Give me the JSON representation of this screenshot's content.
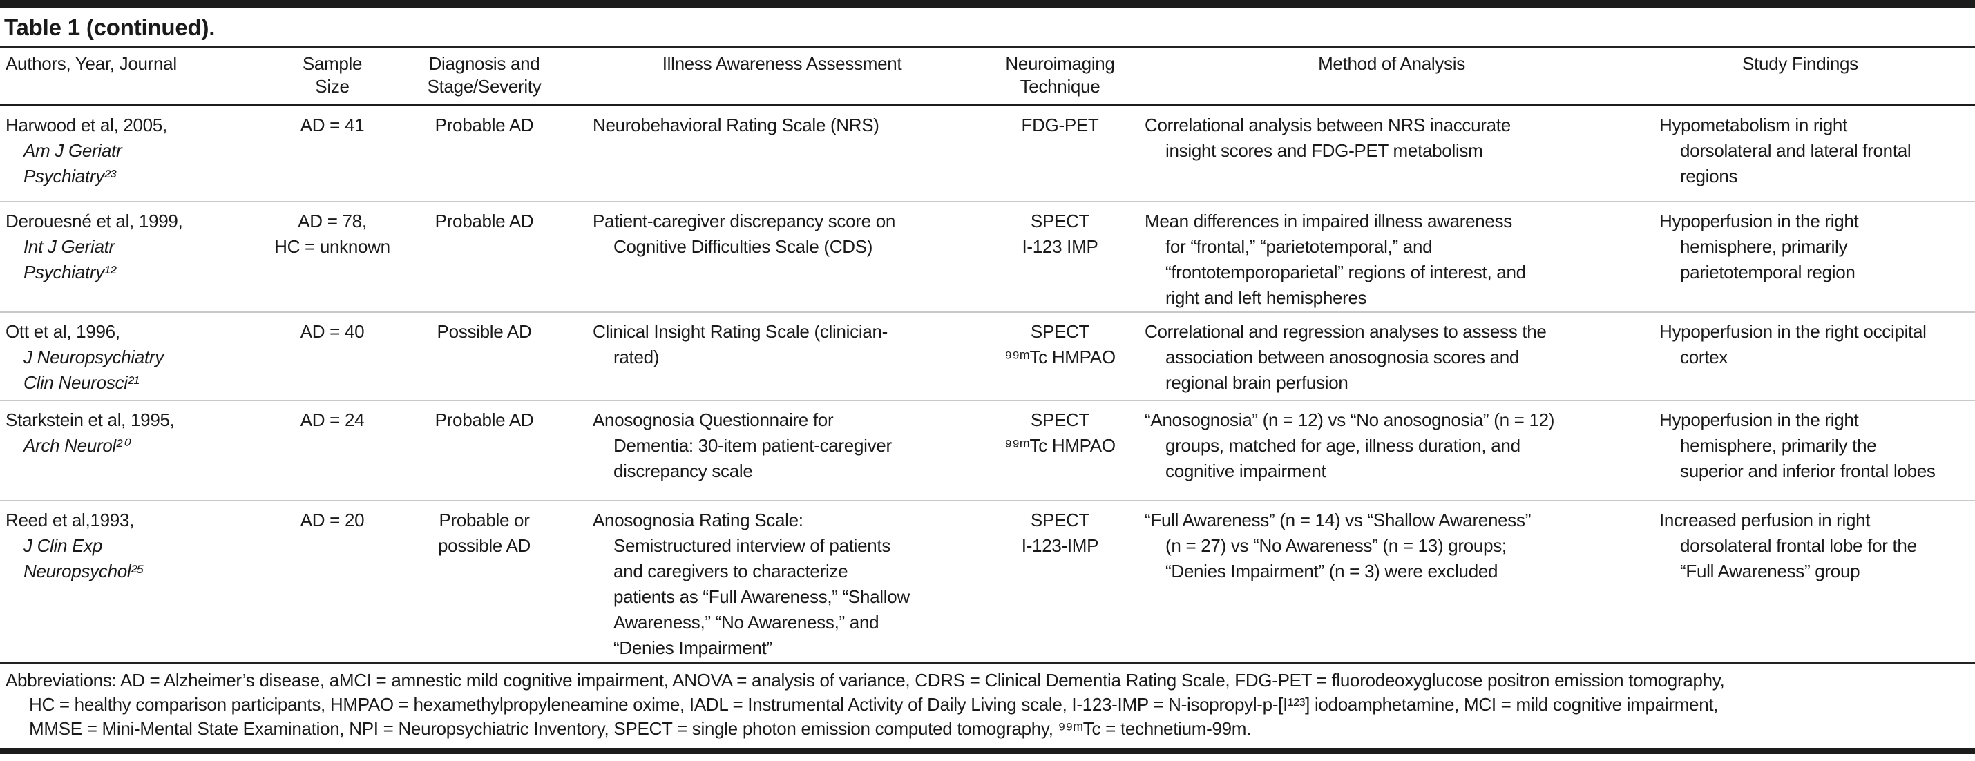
{
  "title": "Table 1 (continued).",
  "table": {
    "headers": {
      "authors": "Authors, Year, Journal",
      "sample": [
        "Sample",
        "Size"
      ],
      "diagnosis": [
        "Diagnosis and",
        "Stage/Severity"
      ],
      "assessment": "Illness Awareness Assessment",
      "technique": [
        "Neuroimaging",
        "Technique"
      ],
      "method": "Method of Analysis",
      "findings": "Study Findings"
    },
    "rows": [
      {
        "name": "Harwood et al, 2005,",
        "journal": [
          "Am J Geriatr",
          "Psychiatry²³"
        ],
        "sample": [
          "AD = 41"
        ],
        "diagnosis": [
          "Probable AD"
        ],
        "assessment": [
          "Neurobehavioral Rating Scale (NRS)"
        ],
        "technique": [
          "FDG-PET"
        ],
        "method": [
          "Correlational analysis between NRS inaccurate",
          "insight scores and FDG-PET metabolism"
        ],
        "findings": [
          "Hypometabolism in right",
          "dorsolateral and lateral frontal",
          "regions"
        ]
      },
      {
        "name": "Derouesné et al, 1999,",
        "journal": [
          "Int J Geriatr",
          "Psychiatry¹²"
        ],
        "sample": [
          "AD = 78,",
          "HC = unknown"
        ],
        "diagnosis": [
          "Probable AD"
        ],
        "assessment": [
          "Patient-caregiver discrepancy score on",
          "Cognitive Difficulties Scale (CDS)"
        ],
        "technique": [
          "SPECT",
          "I-123 IMP"
        ],
        "method": [
          "Mean differences in impaired illness awareness",
          "for “frontal,” “parietotemporal,” and",
          "“frontotemporoparietal” regions of interest, and",
          "right and left hemispheres"
        ],
        "findings": [
          "Hypoperfusion in the right",
          "hemisphere, primarily",
          "parietotemporal region"
        ]
      },
      {
        "name": "Ott et al, 1996,",
        "journal": [
          "J Neuropsychiatry",
          "Clin Neurosci²¹"
        ],
        "sample": [
          "AD = 40"
        ],
        "diagnosis": [
          "Possible AD"
        ],
        "assessment": [
          "Clinical Insight Rating Scale (clinician-",
          "rated)"
        ],
        "technique": [
          "SPECT",
          "⁹⁹ᵐTc HMPAO"
        ],
        "method": [
          "Correlational and regression analyses to assess the",
          "association between anosognosia scores and",
          "regional brain perfusion"
        ],
        "findings": [
          "Hypoperfusion in the right occipital",
          "cortex"
        ]
      },
      {
        "name": "Starkstein et al, 1995,",
        "journal": [
          "Arch Neurol²⁰"
        ],
        "sample": [
          "AD = 24"
        ],
        "diagnosis": [
          "Probable AD"
        ],
        "assessment": [
          "Anosognosia Questionnaire for",
          "Dementia: 30-item patient-caregiver",
          "discrepancy scale"
        ],
        "technique": [
          "SPECT",
          "⁹⁹ᵐTc HMPAO"
        ],
        "method": [
          "“Anosognosia” (n = 12) vs “No anosognosia” (n = 12)",
          "groups, matched for age, illness duration, and",
          "cognitive impairment"
        ],
        "findings": [
          "Hypoperfusion in the right",
          "hemisphere, primarily the",
          "superior and inferior frontal lobes"
        ]
      },
      {
        "name": "Reed et al,1993,",
        "journal": [
          "J Clin Exp",
          "Neuropsychol²⁵"
        ],
        "sample": [
          "AD = 20"
        ],
        "diagnosis": [
          "Probable or",
          "possible AD"
        ],
        "assessment": [
          "Anosognosia Rating Scale:",
          "Semistructured interview of patients",
          "and caregivers to characterize",
          "patients as “Full Awareness,” “Shallow",
          "Awareness,” “No Awareness,” and",
          "“Denies Impairment”"
        ],
        "technique": [
          "SPECT",
          "I-123-IMP"
        ],
        "method": [
          "“Full Awareness” (n = 14) vs “Shallow Awareness”",
          "(n = 27) vs “No Awareness” (n = 13) groups;",
          "“Denies Impairment” (n = 3) were excluded"
        ],
        "findings": [
          "Increased perfusion in right",
          "dorsolateral frontal lobe for the",
          "“Full Awareness” group"
        ]
      }
    ]
  },
  "footnote": {
    "lines": [
      "Abbreviations: AD = Alzheimer’s disease, aMCI = amnestic mild cognitive impairment, ANOVA = analysis of variance, CDRS = Clinical Dementia Rating Scale, FDG-PET = fluorodeoxyglucose positron emission tomography,",
      "HC = healthy comparison participants, HMPAO = hexamethylpropyleneamine oxime, IADL = Instrumental Activity of Daily Living scale, I-123-IMP = N-isopropyl-p-[I¹²³] iodoamphetamine, MCI = mild cognitive impairment,",
      "MMSE = Mini-Mental State Examination, NPI = Neuropsychiatric Inventory, SPECT = single photon emission computed tomography, ⁹⁹ᵐTc = technetium-99m."
    ]
  }
}
